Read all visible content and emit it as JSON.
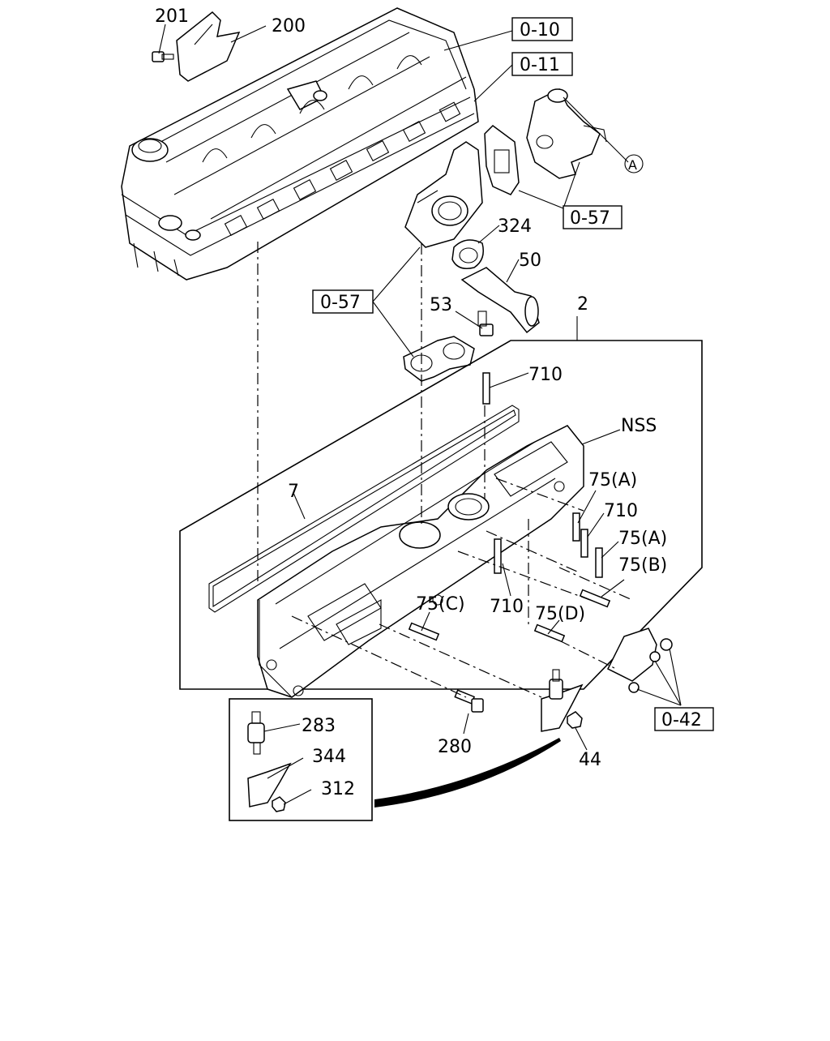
{
  "diagram": {
    "part_labels": {
      "p201": "201",
      "p200": "200",
      "p324": "324",
      "p50": "50",
      "p53": "53",
      "p2": "2",
      "p710_top": "710",
      "nss": "NSS",
      "p7": "7",
      "p75a_1": "75(A)",
      "p710_right": "710",
      "p75a_2": "75(A)",
      "p75b": "75(B)",
      "p75c": "75(C)",
      "p710_mid": "710",
      "p75d": "75(D)",
      "p283": "283",
      "p344": "344",
      "p312": "312",
      "p280": "280",
      "p44": "44",
      "circle_a": "A"
    },
    "reference_boxes": {
      "ref_0_10": "0-10",
      "ref_0_11": "0-11",
      "ref_0_57_right": "0-57",
      "ref_0_57_left": "0-57",
      "ref_0_42": "0-42"
    }
  }
}
